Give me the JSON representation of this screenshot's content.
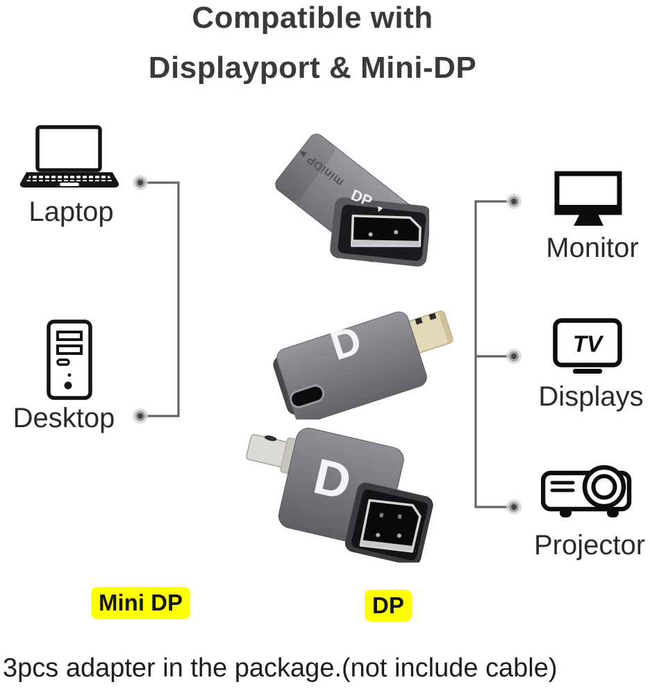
{
  "title": {
    "line1": "Compatible with",
    "line2": "Displayport & Mini-DP"
  },
  "left_devices": [
    {
      "id": "laptop",
      "label": "Laptop"
    },
    {
      "id": "desktop",
      "label": "Desktop"
    }
  ],
  "right_devices": [
    {
      "id": "monitor",
      "label": "Monitor"
    },
    {
      "id": "tv",
      "label": "Displays",
      "screen_text": "TV"
    },
    {
      "id": "projector",
      "label": "Projector"
    }
  ],
  "adapters": [
    {
      "id": "top-coupler",
      "top_label": "miniDP",
      "top_arrow": "▲",
      "port_label": "DP",
      "port_arrow": "▼"
    },
    {
      "id": "middle-adapter",
      "logo": "D"
    },
    {
      "id": "bottom-adapter",
      "logo": "D"
    }
  ],
  "port_tags": {
    "mini_dp": "Mini DP",
    "dp": "DP"
  },
  "footnote": "3pcs adapter in the package.(not include cable)",
  "colors": {
    "background": "#ffffff",
    "title_text": "#3a3a3a",
    "label_text": "#2a2a2a",
    "connector_line": "#656565",
    "highlight": "#ffff00",
    "adapter_gray": "#7b7c81",
    "gold_connector": "#e3d9b8",
    "silver_connector": "#dcdad5"
  }
}
